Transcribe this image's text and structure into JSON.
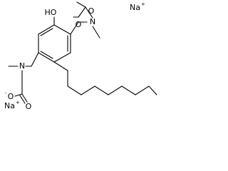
{
  "labels": {
    "na_top": "Na",
    "na_top_charge": "+",
    "na_bottom": "Na",
    "na_bottom_charge": "+",
    "o_top_carbonyl": "O",
    "o_top_anion": "O",
    "o_top_anion_charge": "-",
    "n_top": "N",
    "oh_phenol": "HO",
    "n_left": "N",
    "o_left_anion": "O",
    "o_left_anion_charge": "-",
    "o_left_carbonyl": "O"
  },
  "colors": {
    "bond": "#000000",
    "text": "#000000",
    "background": "#ffffff"
  }
}
